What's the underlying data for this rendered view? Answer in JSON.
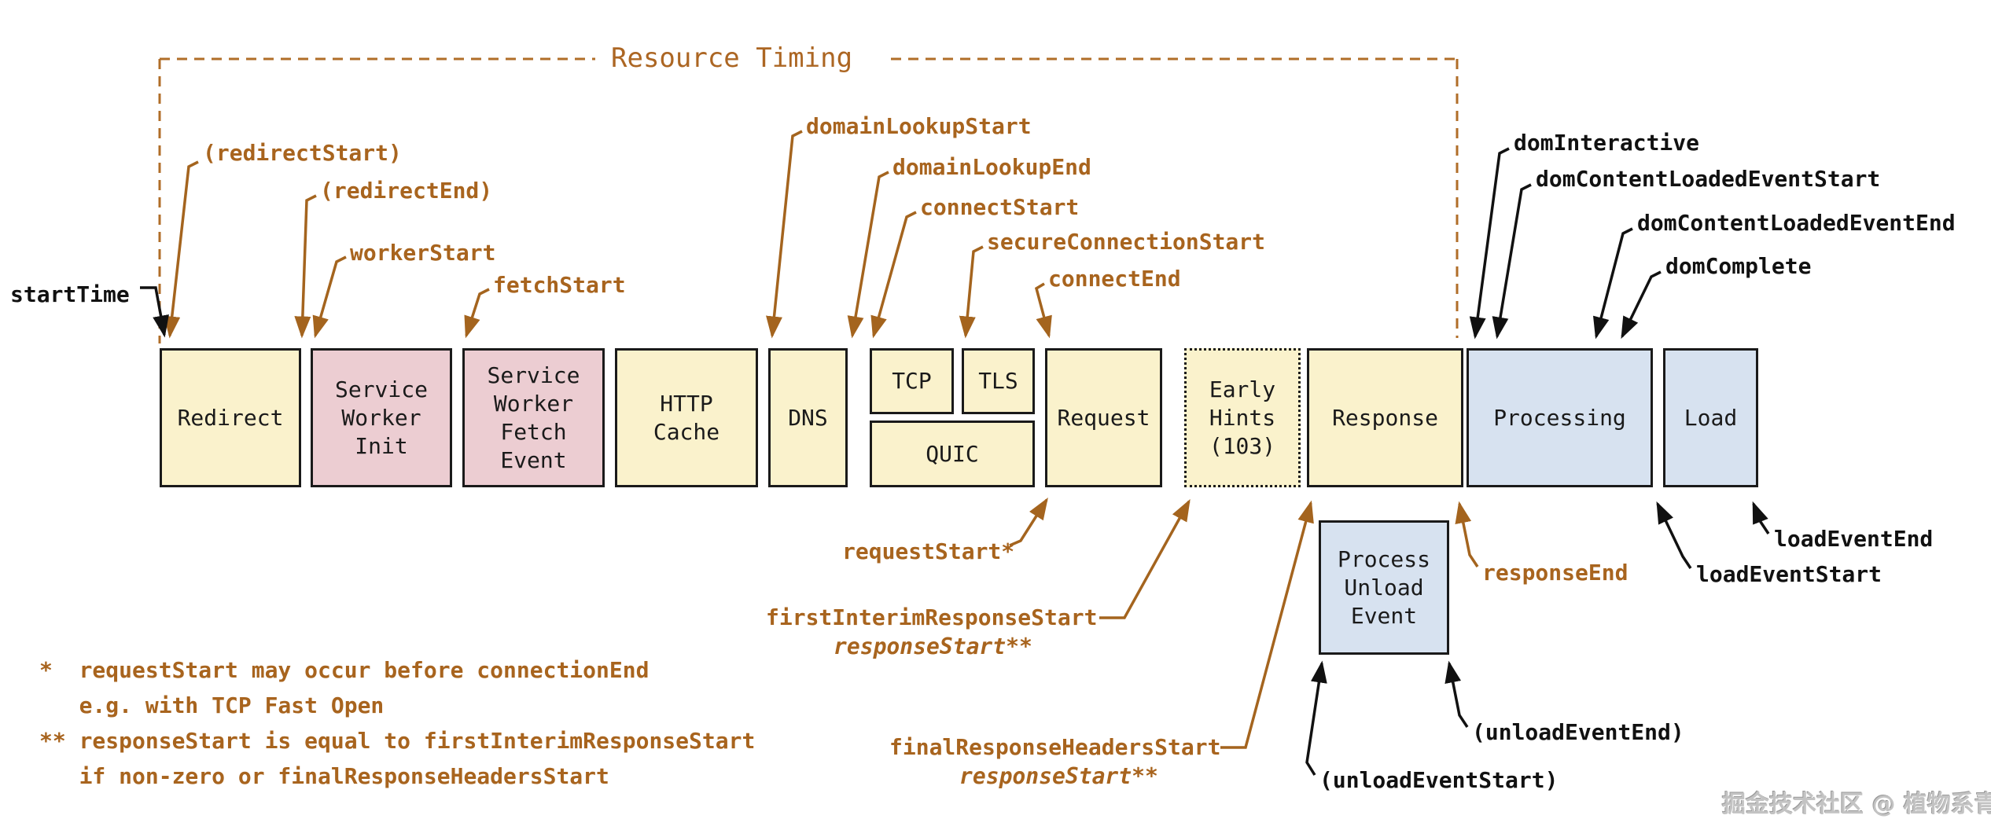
{
  "title": "Resource Timing",
  "boxes": {
    "redirect": {
      "label": "Redirect"
    },
    "service_worker_init": {
      "label": "Service\nWorker\nInit"
    },
    "service_worker_fetch": {
      "label": "Service\nWorker\nFetch\nEvent"
    },
    "http_cache": {
      "label": "HTTP\nCache"
    },
    "dns": {
      "label": "DNS"
    },
    "tcp": {
      "label": "TCP"
    },
    "tls": {
      "label": "TLS"
    },
    "quic": {
      "label": "QUIC"
    },
    "request": {
      "label": "Request"
    },
    "early_hints": {
      "label": "Early\nHints\n(103)"
    },
    "response": {
      "label": "Response"
    },
    "processing": {
      "label": "Processing"
    },
    "load": {
      "label": "Load"
    },
    "process_unload": {
      "label": "Process\nUnload\nEvent"
    }
  },
  "events": {
    "startTime": "startTime",
    "redirectStart": "(redirectStart)",
    "redirectEnd": "(redirectEnd)",
    "workerStart": "workerStart",
    "fetchStart": "fetchStart",
    "domainLookupStart": "domainLookupStart",
    "domainLookupEnd": "domainLookupEnd",
    "connectStart": "connectStart",
    "secureConnectionStart": "secureConnectionStart",
    "connectEnd": "connectEnd",
    "requestStart": "requestStart*",
    "firstInterimResponseStart": "firstInterimResponseStart",
    "responseStartInterim": "responseStart**",
    "finalResponseHeadersStart": "finalResponseHeadersStart",
    "responseStartFinal": "responseStart**",
    "responseEnd": "responseEnd",
    "domInteractive": "domInteractive",
    "domContentLoadedEventStart": "domContentLoadedEventStart",
    "domContentLoadedEventEnd": "domContentLoadedEventEnd",
    "domComplete": "domComplete",
    "loadEventStart": "loadEventStart",
    "loadEventEnd": "loadEventEnd",
    "unloadEventStart": "(unloadEventStart)",
    "unloadEventEnd": "(unloadEventEnd)"
  },
  "footnotes": [
    "*  requestStart may occur before connectionEnd",
    "   e.g. with TCP Fast Open",
    "** responseStart is equal to firstInterimResponseStart",
    "   if non-zero or finalResponseHeadersStart"
  ],
  "watermark": "掘金技术社区 @ 植物系青年",
  "colors": {
    "network_phase_fill": "#FAF2CC",
    "service_worker_fill": "#ECCDD2",
    "document_phase_fill": "#D7E2F0",
    "annotation_brown": "#A8641E",
    "annotation_black": "#111111",
    "dashed_bracket": "#B06E28"
  }
}
